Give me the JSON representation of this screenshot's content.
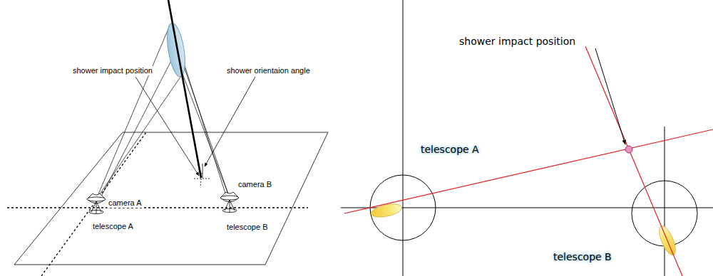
{
  "diagram": {
    "labels": [
      "shower impact position",
      "shower orientaion angle",
      "camera A",
      "camera B",
      "telescope A",
      "telescope B",
      "shower impact position",
      "telescope A",
      "telescope B"
    ]
  }
}
